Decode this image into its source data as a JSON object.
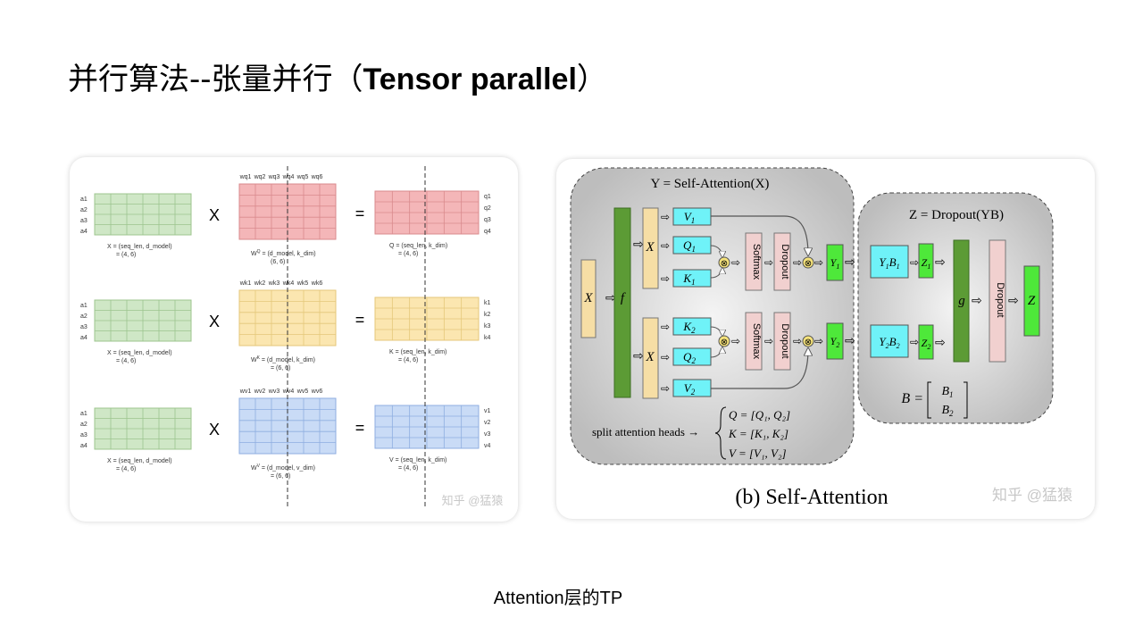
{
  "slide": {
    "title_cn": "并行算法--张量并行（",
    "title_en": "Tensor parallel",
    "title_end": "）",
    "caption": "Attention层的TP"
  },
  "left_figure": {
    "watermark": "知乎 @猛猿",
    "op_multiply": "X",
    "op_equals": "=",
    "row_labels": [
      "a1",
      "a2",
      "a3",
      "a4"
    ],
    "rows": [
      {
        "input_label_1": "X = (seq_len, d_model)",
        "input_label_2": "= (4, 6)",
        "weight_cols": [
          "wq1",
          "wq2",
          "wq3",
          "wq4",
          "wq5",
          "wq6"
        ],
        "weight_label_1_pre": "W",
        "weight_label_1_sup": "Q",
        "weight_label_1_post": " = (d_model, k_dim)",
        "weight_label_2": "(6, 6)",
        "out_rows": [
          "q1",
          "q2",
          "q3",
          "q4"
        ],
        "out_label_1": "Q = (seq_len, k_dim)",
        "out_label_2": "= (4, 6)",
        "weight_color": "#f4b6b8",
        "out_color": "#f4b6b8"
      },
      {
        "input_label_1": "X = (seq_len, d_model)",
        "input_label_2": "= (4, 6)",
        "weight_cols": [
          "wk1",
          "wk2",
          "wk3",
          "wk4",
          "wk5",
          "wk6"
        ],
        "weight_label_1_pre": "W",
        "weight_label_1_sup": "K",
        "weight_label_1_post": " = (d_model, k_dim)",
        "weight_label_2": "= (6, 6)",
        "out_rows": [
          "k1",
          "k2",
          "k3",
          "k4"
        ],
        "out_label_1": "K = (seq_len, k_dim)",
        "out_label_2": "= (4, 6)",
        "weight_color": "#fbe6b0",
        "out_color": "#fbe6b0"
      },
      {
        "input_label_1": "X = (seq_len, d_model)",
        "input_label_2": "= (4, 6)",
        "weight_cols": [
          "wv1",
          "wv2",
          "wv3",
          "wv4",
          "wv5",
          "wv6"
        ],
        "weight_label_1_pre": "W",
        "weight_label_1_sup": "V",
        "weight_label_1_post": " = (d_model, v_dim)",
        "weight_label_2": "= (6, 6)",
        "out_rows": [
          "v1",
          "v2",
          "v3",
          "v4"
        ],
        "out_label_1": "V = (seq_len, k_dim)",
        "out_label_2": "= (4, 6)",
        "weight_color": "#c9dbf6",
        "out_color": "#c9dbf6"
      }
    ],
    "input_color": "#cfe7c6"
  },
  "right_figure": {
    "attn_title": "Y = Self-Attention(X)",
    "dropout_title": "Z = Dropout(YB)",
    "x_label": "X",
    "f_label": "f",
    "g_label": "g",
    "z_label": "Z",
    "softmax_label": "Softmax",
    "dropout_label": "Dropout",
    "v1": "V",
    "v1_sub": "1",
    "q1": "Q",
    "q1_sub": "1",
    "k1": "K",
    "k1_sub": "1",
    "k2": "K",
    "k2_sub": "2",
    "q2": "Q",
    "q2_sub": "2",
    "v2": "V",
    "v2_sub": "2",
    "y1": "Y",
    "y1_sub": "1",
    "y2": "Y",
    "y2_sub": "2",
    "y1b1": "Y",
    "y1b1_sub1": "1",
    "y1b1_b": "B",
    "y1b1_sub2": "1",
    "y2b2": "Y",
    "y2b2_sub1": "2",
    "y2b2_b": "B",
    "y2b2_sub2": "2",
    "z1": "Z",
    "z1_sub": "1",
    "z2": "Z",
    "z2_sub": "2",
    "b_eq": "B =",
    "b_row1": "B",
    "b_row1_sub": "1",
    "b_row2": "B",
    "b_row2_sub": "2",
    "split_label": "split attention heads →",
    "split_q": "Q = [Q₁, Q₂]",
    "split_k": "K = [K₁, K₂]",
    "split_v": "V = [V₁, V₂]",
    "subtitle": "(b) Self-Attention",
    "watermark": "知乎 @猛猿",
    "colors": {
      "cyan": "#6ff2f8",
      "green_light": "#4ee83a",
      "green_dark": "#5c9b35",
      "tan": "#f6dea5",
      "pink": "#f1d0cf",
      "panel": "#dcdcdc"
    }
  }
}
